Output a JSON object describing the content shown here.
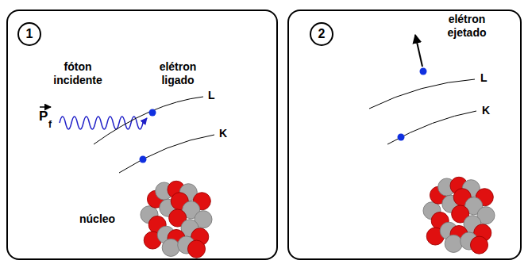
{
  "diagram": {
    "nodes": [
      {
        "text": [
          "fóton incidente",
          "elétron ligado",
          "L",
          "K",
          "núcleo"
        ]
      },
      {
        "text": [
          "1"
        ],
        "in": 0
      },
      {
        "text": [
          "elétron ejetado",
          "L",
          "K"
        ]
      },
      {
        "text": [
          "2"
        ],
        "in": 2
      }
    ],
    "labels": [
      "P",
      "f"
    ]
  }
}
